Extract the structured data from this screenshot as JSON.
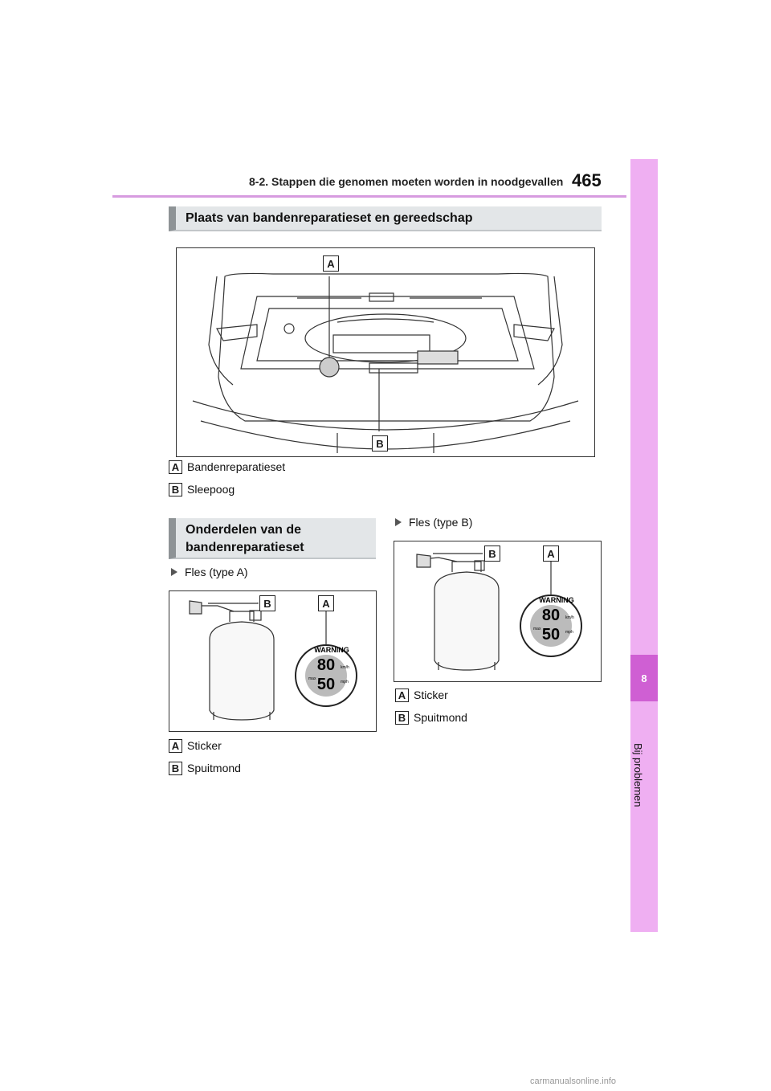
{
  "header": {
    "section_title": "8-2. Stappen die genomen moeten worden in noodgevallen",
    "page_number": "465"
  },
  "side_tab": {
    "chapter_number": "8",
    "chapter_label": "Bij problemen"
  },
  "section1": {
    "heading": "Plaats van bandenreparatieset en gereedschap",
    "figure_labels": {
      "a": "A",
      "b": "B"
    },
    "legend": [
      {
        "key": "A",
        "text": "Bandenreparatieset"
      },
      {
        "key": "B",
        "text": "Sleepoog"
      }
    ]
  },
  "section2": {
    "heading_line1": "Onderdelen van de",
    "heading_line2": "bandenreparatieset"
  },
  "bottle_a": {
    "title": "Fles (type A)",
    "legend": [
      {
        "key": "A",
        "text": "Sticker"
      },
      {
        "key": "B",
        "text": "Spuitmond"
      }
    ]
  },
  "bottle_b": {
    "title": "Fles (type B)",
    "legend": [
      {
        "key": "A",
        "text": "Sticker"
      },
      {
        "key": "B",
        "text": "Spuitmond"
      }
    ]
  },
  "sticker": {
    "word": "WARNING",
    "kmh": "80",
    "mph": "50",
    "unit_kmh": "km/h",
    "unit_mph": "mph",
    "max": "max"
  },
  "watermark": "carmanualsonline.info"
}
